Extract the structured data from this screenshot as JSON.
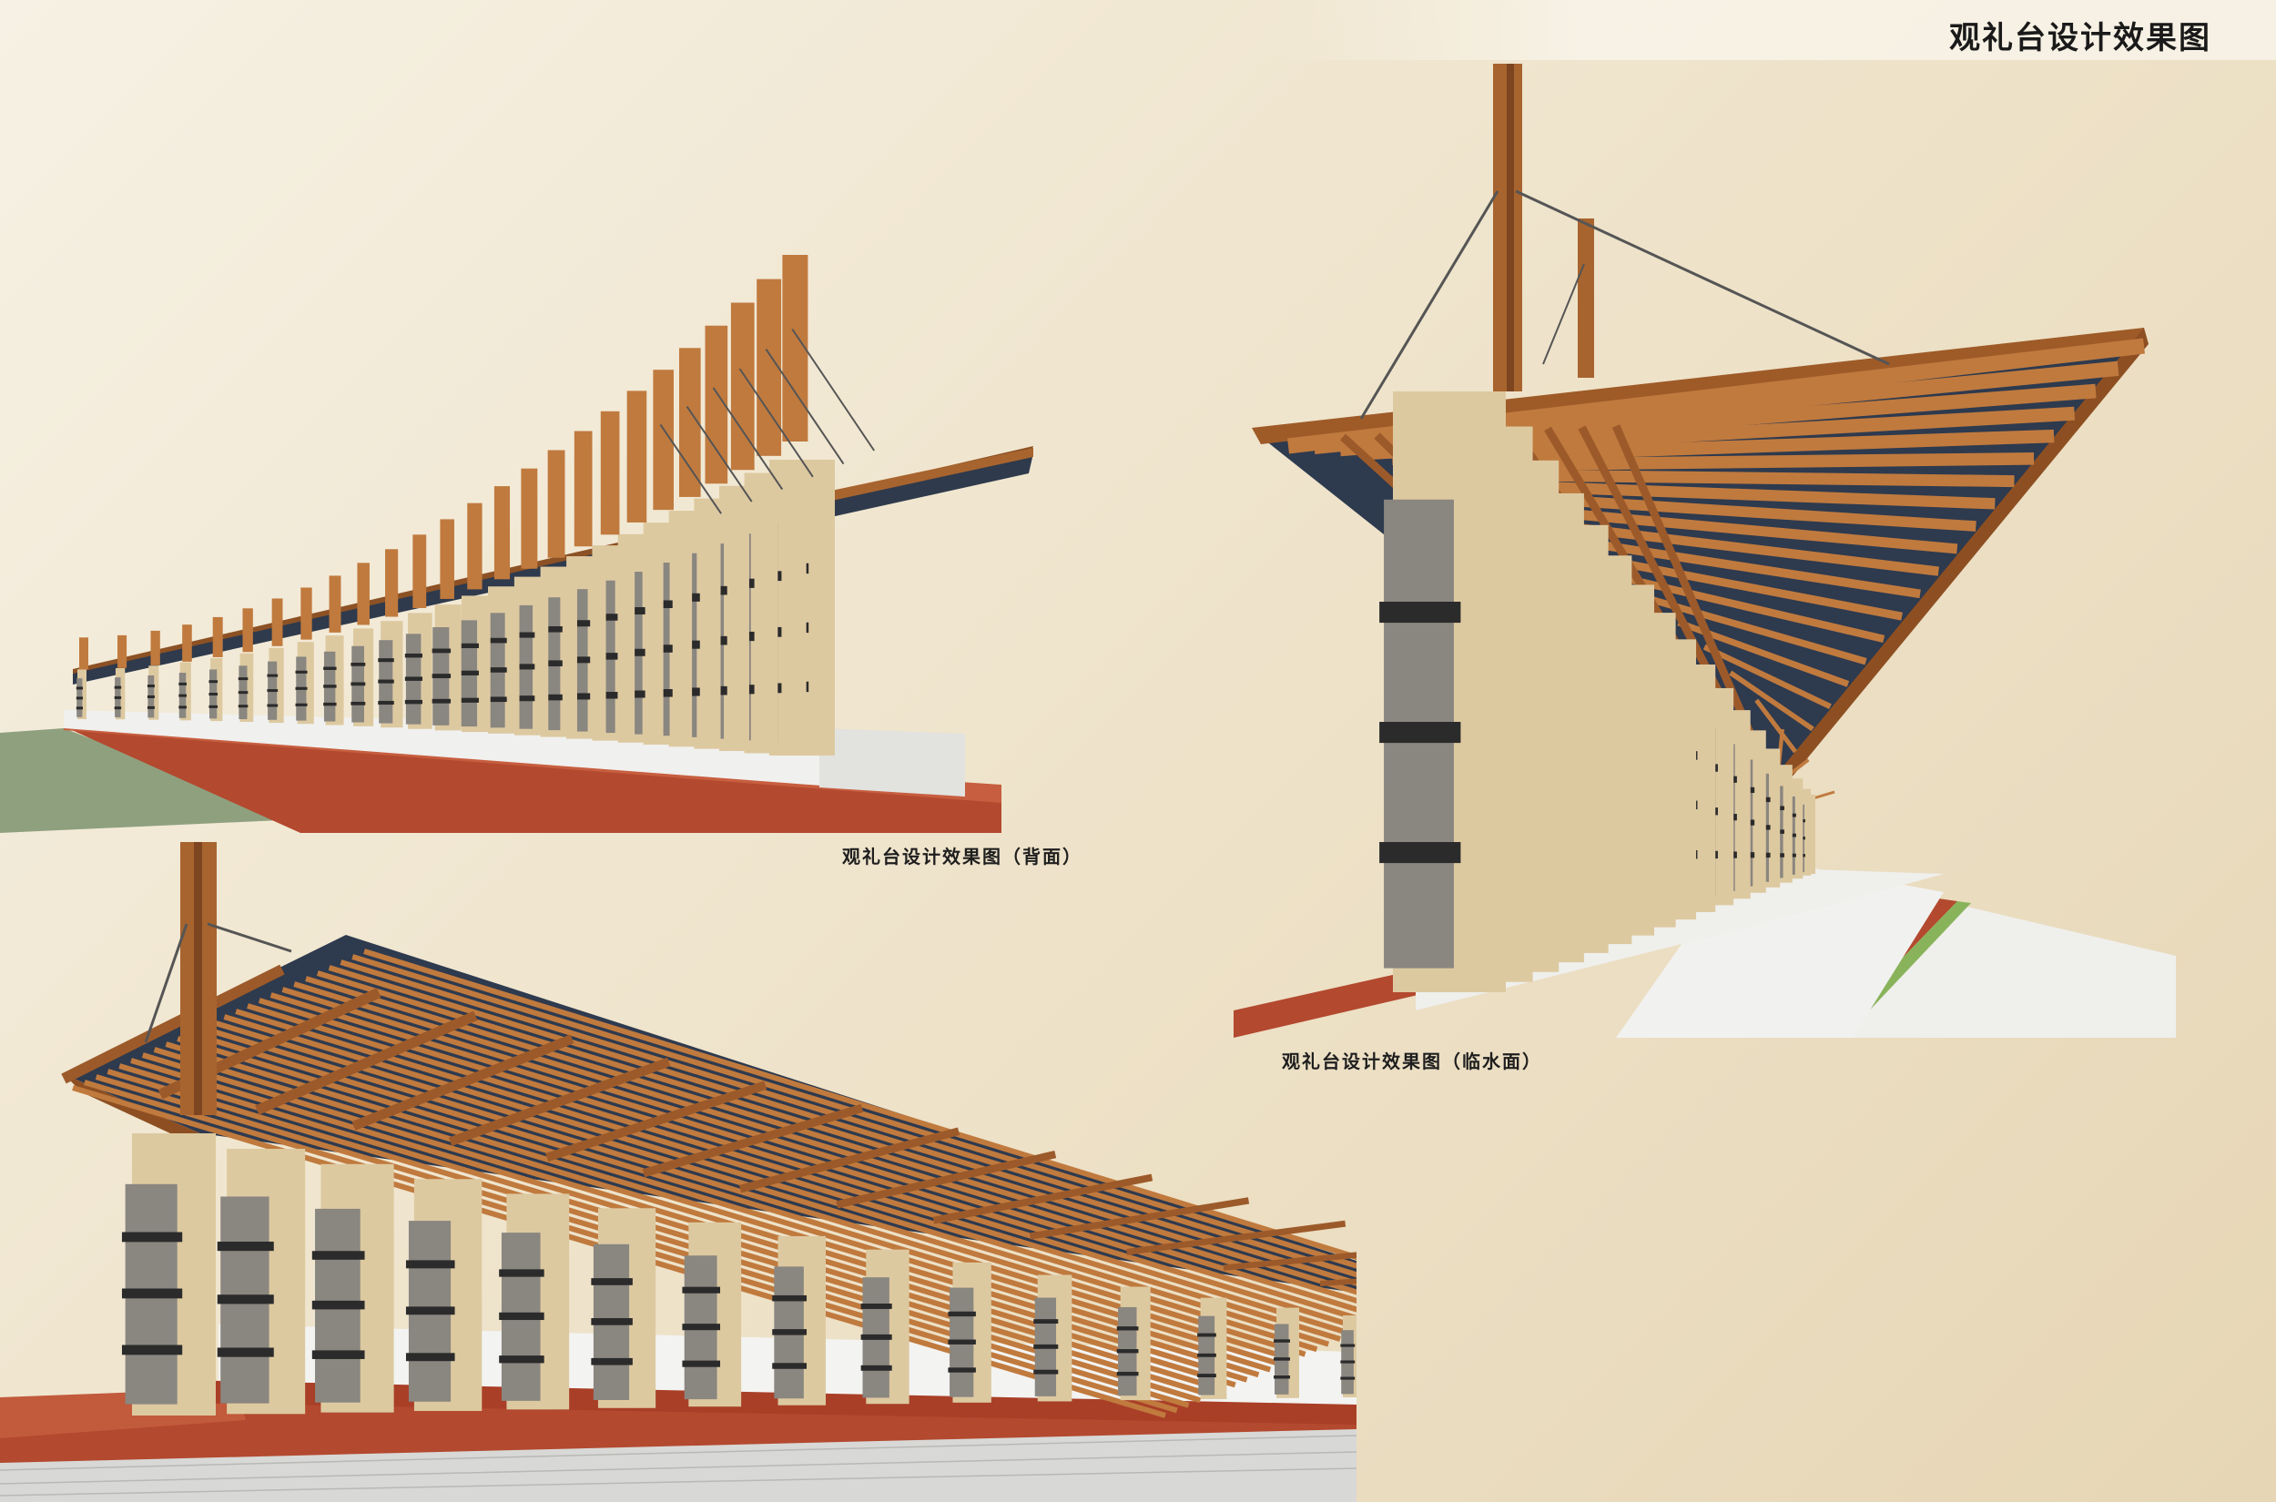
{
  "sheet": {
    "title": "观礼台设计效果图"
  },
  "views": [
    {
      "caption": "观礼台设计效果图（背面）"
    },
    {
      "caption": "观礼台设计效果图（临水面）"
    },
    {
      "caption": ""
    }
  ],
  "palette": {
    "timber": "#9c5a2a",
    "timber_light": "#c07a3e",
    "roof_panel": "#2e3a4e",
    "column_sandstone": "#ddc9a0",
    "column_granite": "#8a8680",
    "steel_band": "#2b2b2b",
    "parapet_white": "#f3f3f1",
    "brick_red": "#b0462e",
    "lawn": "#8fa07e"
  }
}
